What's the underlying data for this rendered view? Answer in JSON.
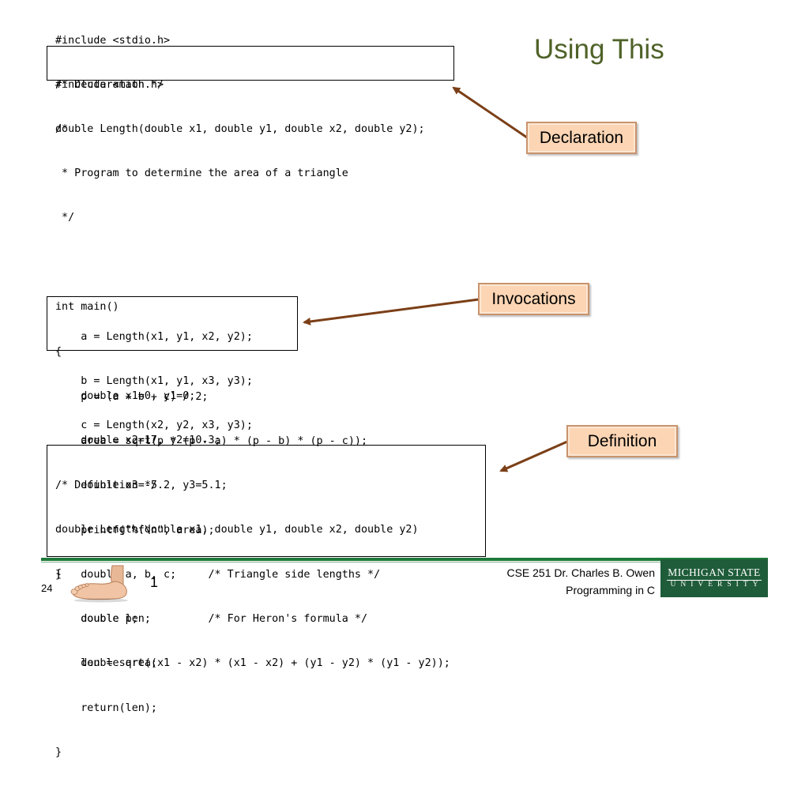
{
  "slide": {
    "title": "Using This",
    "page_number": "24",
    "foot_count": "1"
  },
  "code": {
    "includes": [
      "#include <stdio.h>",
      "#include <math.h>"
    ],
    "declaration": [
      "/* Declaration */",
      "double Length(double x1, double y1, double x2, double y2);"
    ],
    "main_top": [
      "/*",
      " * Program to determine the area of a triangle",
      " */",
      "",
      "int main()",
      "{",
      "    double x1=0, y1=0;",
      "    double x2=17, y2=10.3;",
      "    double x3=-5.2, y3=5.1;",
      "",
      "    double a, b, c;     /* Triangle side lengths */",
      "    double p;           /* For Heron's formula */",
      "    double area;"
    ],
    "invocations": [
      "    a = Length(x1, y1, x2, y2);",
      "    b = Length(x1, y1, x3, y3);",
      "    c = Length(x2, y2, x3, y3);"
    ],
    "main_bottom": [
      "    p = (a + b + c) / 2;",
      "    area = sqrt(p * (p - a) * (p - b) * (p - c));",
      "",
      "    printf(\"%f\\n\", area);",
      "}"
    ],
    "definition": [
      "/* Definition */",
      "double Length(double x1, double y1, double x2, double y2)",
      "{",
      "    double len;",
      "    len = sqrt((x1 - x2) * (x1 - x2) + (y1 - y2) * (y1 - y2));",
      "    return(len);",
      "}"
    ]
  },
  "callouts": {
    "declaration": "Declaration",
    "invocations": "Invocations",
    "definition": "Definition"
  },
  "footer": {
    "course_line1": "CSE 251 Dr. Charles B. Owen",
    "course_line2": "Programming in C",
    "logo_top": "MICHIGAN STATE",
    "logo_bottom": "UNIVERSITY"
  },
  "colors": {
    "title": "#4f6228",
    "callout_fill": "#fcd5b4",
    "arrow": "#7b3f17",
    "footer_green": "#1f7a3a",
    "logo_green": "#1f5c3a"
  },
  "icons": {
    "foot": "foot-icon",
    "arrow": "arrow-icon"
  }
}
